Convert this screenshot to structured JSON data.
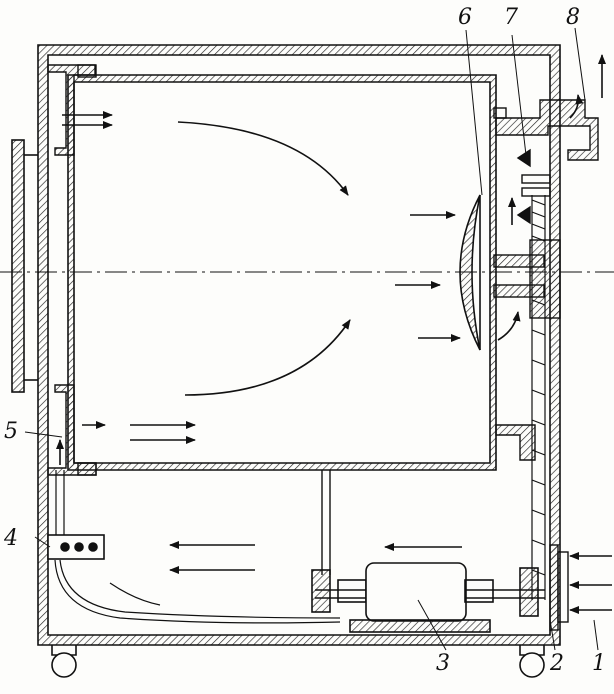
{
  "figure": {
    "labels": [
      {
        "id": "1",
        "text": "1"
      },
      {
        "id": "2",
        "text": "2"
      },
      {
        "id": "3",
        "text": "3"
      },
      {
        "id": "4",
        "text": "4"
      },
      {
        "id": "5",
        "text": "5"
      },
      {
        "id": "6",
        "text": "6"
      },
      {
        "id": "7",
        "text": "7"
      },
      {
        "id": "8",
        "text": "8"
      }
    ],
    "colors": {
      "ink": "#111111",
      "hatch": "#222222",
      "paper": "#fdfdfb"
    }
  }
}
